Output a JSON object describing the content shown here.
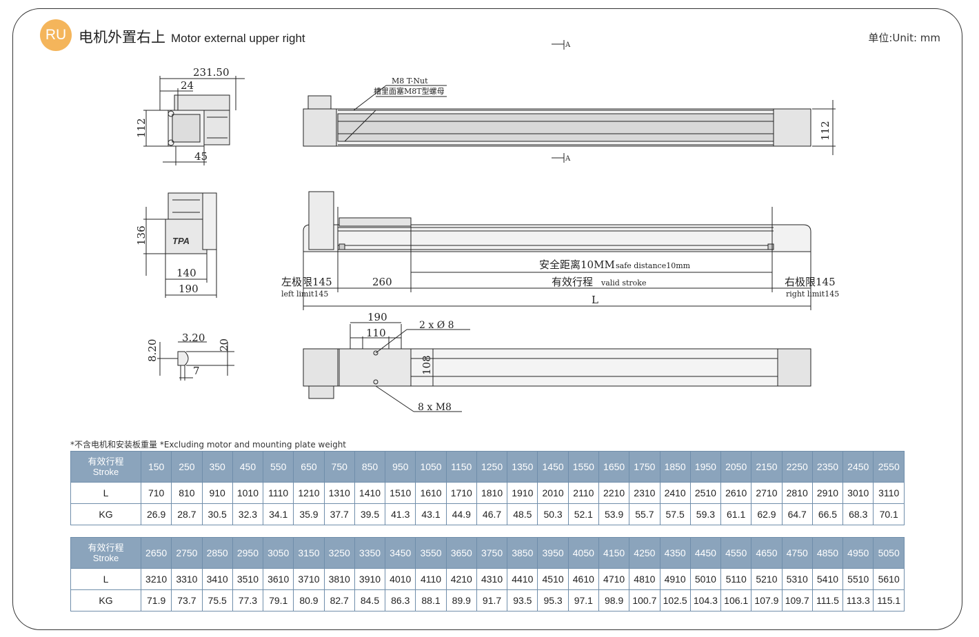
{
  "header": {
    "badge": "RU",
    "title_cn": "电机外置右上",
    "title_en": "Motor external upper right",
    "unit": "单位:Unit: mm"
  },
  "drawing": {
    "dims": {
      "d231": "231.50",
      "d24": "24",
      "d112a": "112",
      "d45": "45",
      "d136": "136",
      "d140": "140",
      "d190a": "190",
      "d820": "8.20",
      "d320": "3.20",
      "d20": "20",
      "d7": "7",
      "d112b": "112",
      "d260": "260",
      "dL": "L",
      "d190b": "190",
      "d110": "110",
      "d108": "108",
      "sectionA": "A"
    },
    "labels": {
      "tnut_en": "M8 T-Nut",
      "tnut_cn": "槽里面塞M8T型螺母",
      "logo": "TPA",
      "safe_cn": "安全距离10MM",
      "safe_en": "safe distance10mm",
      "stroke_cn": "有效行程",
      "stroke_en": "valid stroke",
      "left_cn": "左极限145",
      "left_en": "left limit145",
      "right_cn": "右极限145",
      "right_en": "right limit145",
      "holes": "2 x Ø 8",
      "screws": "8 x  M8"
    }
  },
  "note": "*不含电机和安装板重量 *Excluding motor and mounting plate weight",
  "table_labels": {
    "stroke_cn": "有效行程",
    "stroke_en": "Stroke",
    "L": "L",
    "KG": "KG"
  },
  "table1": {
    "stroke": [
      "150",
      "250",
      "350",
      "450",
      "550",
      "650",
      "750",
      "850",
      "950",
      "1050",
      "1150",
      "1250",
      "1350",
      "1450",
      "1550",
      "1650",
      "1750",
      "1850",
      "1950",
      "2050",
      "2150",
      "2250",
      "2350",
      "2450",
      "2550"
    ],
    "L": [
      "710",
      "810",
      "910",
      "1010",
      "1110",
      "1210",
      "1310",
      "1410",
      "1510",
      "1610",
      "1710",
      "1810",
      "1910",
      "2010",
      "2110",
      "2210",
      "2310",
      "2410",
      "2510",
      "2610",
      "2710",
      "2810",
      "2910",
      "3010",
      "3110"
    ],
    "KG": [
      "26.9",
      "28.7",
      "30.5",
      "32.3",
      "34.1",
      "35.9",
      "37.7",
      "39.5",
      "41.3",
      "43.1",
      "44.9",
      "46.7",
      "48.5",
      "50.3",
      "52.1",
      "53.9",
      "55.7",
      "57.5",
      "59.3",
      "61.1",
      "62.9",
      "64.7",
      "66.5",
      "68.3",
      "70.1"
    ]
  },
  "table2": {
    "stroke": [
      "2650",
      "2750",
      "2850",
      "2950",
      "3050",
      "3150",
      "3250",
      "3350",
      "3450",
      "3550",
      "3650",
      "3750",
      "3850",
      "3950",
      "4050",
      "4150",
      "4250",
      "4350",
      "4450",
      "4550",
      "4650",
      "4750",
      "4850",
      "4950",
      "5050"
    ],
    "L": [
      "3210",
      "3310",
      "3410",
      "3510",
      "3610",
      "3710",
      "3810",
      "3910",
      "4010",
      "4110",
      "4210",
      "4310",
      "4410",
      "4510",
      "4610",
      "4710",
      "4810",
      "4910",
      "5010",
      "5110",
      "5210",
      "5310",
      "5410",
      "5510",
      "5610"
    ],
    "KG": [
      "71.9",
      "73.7",
      "75.5",
      "77.3",
      "79.1",
      "80.9",
      "82.7",
      "84.5",
      "86.3",
      "88.1",
      "89.9",
      "91.7",
      "93.5",
      "95.3",
      "97.1",
      "98.9",
      "100.7",
      "102.5",
      "104.3",
      "106.1",
      "107.9",
      "109.7",
      "111.5",
      "113.3",
      "115.1"
    ]
  }
}
